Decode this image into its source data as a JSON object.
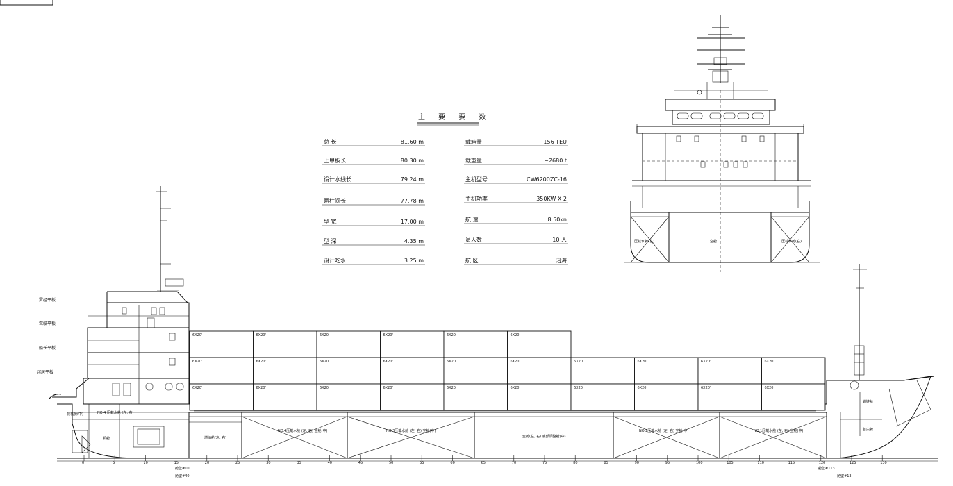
{
  "spec_table": {
    "title": "主 要 要 数",
    "left": [
      {
        "label": "总 长",
        "value": "81.60 m"
      },
      {
        "label": "上甲板长",
        "value": "80.30 m"
      },
      {
        "label": "设计水线长",
        "value": "79.24 m"
      },
      {
        "label": "两柱间长",
        "value": "77.78 m"
      },
      {
        "label": "型 宽",
        "value": "17.00 m"
      },
      {
        "label": "型 深",
        "value": "4.35 m"
      },
      {
        "label": "设计吃水",
        "value": "3.25 m"
      }
    ],
    "right": [
      {
        "label": "载箱量",
        "value": "156 TEU"
      },
      {
        "label": "载重量",
        "value": "~2680 t"
      },
      {
        "label": "主机型号",
        "value": "CW6200ZC-16"
      },
      {
        "label": "主机功率",
        "value": "350KW X 2"
      },
      {
        "label": "航 速",
        "value": "8.50kn"
      },
      {
        "label": "员人数",
        "value": "10 人"
      },
      {
        "label": "航 区",
        "value": "沿海"
      }
    ]
  },
  "deck_labels": [
    "罗经平板",
    "驾驶平板",
    "船长平板",
    "起居平板"
  ],
  "container_label": "6X20'",
  "containers": {
    "aft_hold_rows": 3,
    "aft_hold_bays": 6,
    "fwd_hold_rows": 2,
    "fwd_hold_bays": 4
  },
  "hold_labels": [
    "燃油舱(左, 右)",
    "NO.4压载水舱 (左, 右) 空舱(中)",
    "NO.3压载水舱 (左, 右) 空舱(中)",
    "空舱(左, 右) 底部调整舱(中)",
    "NO.2压载水舱 (左, 右) 空舱(中)",
    "NO.1压载水舱 (左, 右) 空舱(中)"
  ],
  "aft_labels": [
    "舵机舱(中)",
    "NO.4 压载水舱 (左, 右)",
    "机舱"
  ],
  "fwd_labels": [
    "锚链舱",
    "首尖舱"
  ],
  "section_labels": [
    "压载水舱(左)",
    "空舱",
    "压载水舱(右)"
  ],
  "frame_numbers": [
    "0",
    "5",
    "10",
    "15",
    "20",
    "25",
    "30",
    "35",
    "40",
    "45",
    "50",
    "55",
    "60",
    "65",
    "70",
    "75",
    "80",
    "85",
    "90",
    "95",
    "100",
    "105",
    "110",
    "115",
    "120",
    "125",
    "130"
  ],
  "bulkhead_tags": [
    "舱壁#10",
    "舱壁#40",
    "舱壁#113",
    "舱壁#13"
  ]
}
